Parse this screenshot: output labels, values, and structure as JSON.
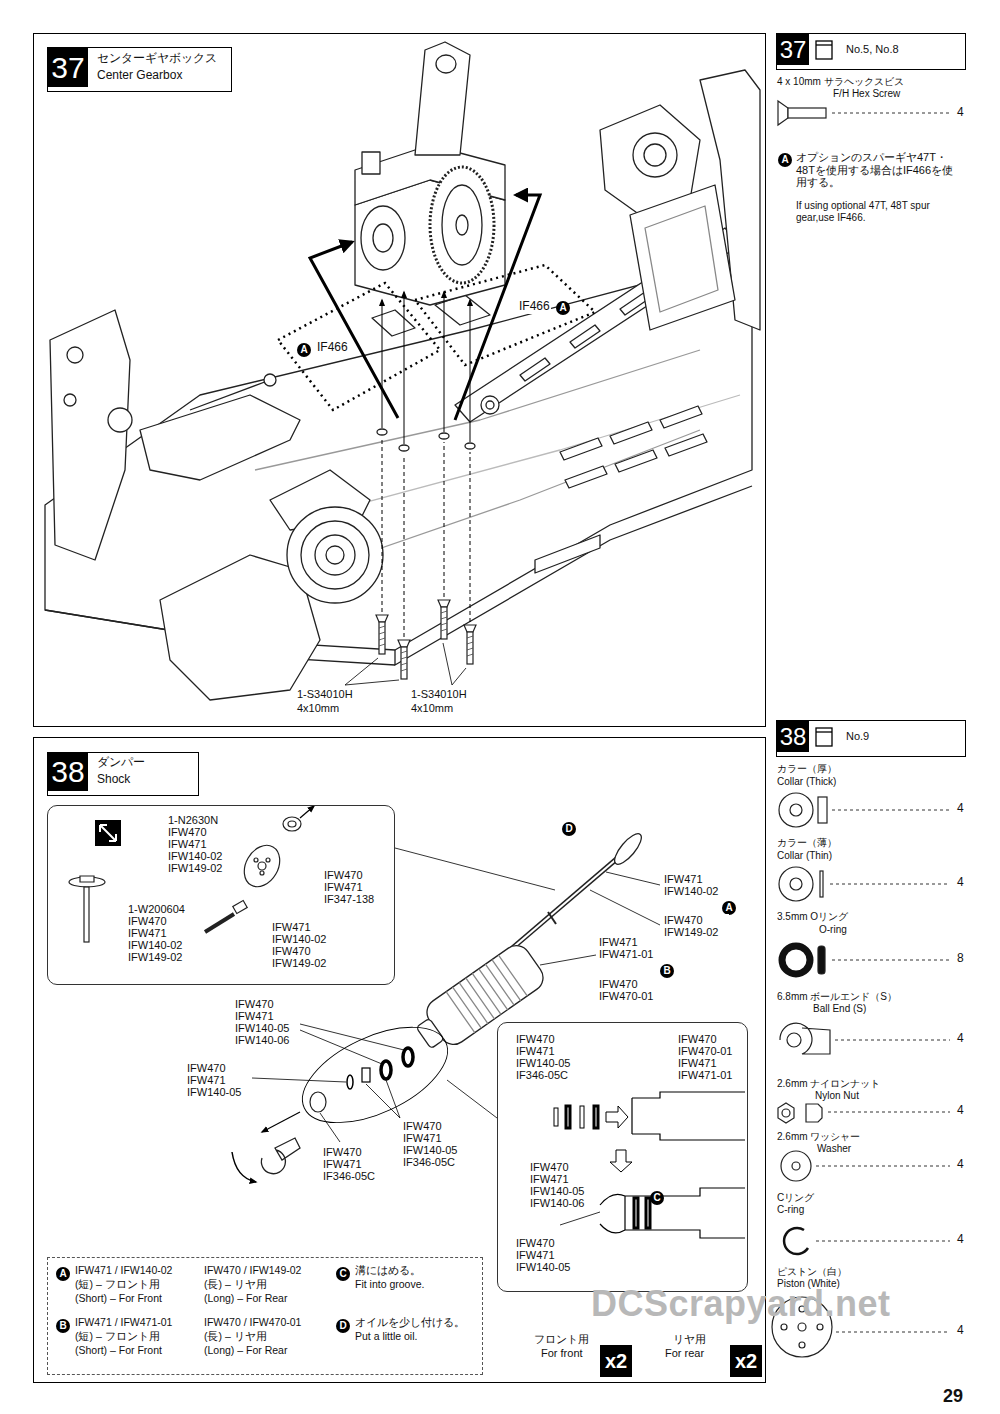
{
  "diagram": {
    "nodes": [
      {
        "text": [
          "37",
          "センターギヤボックス",
          "Center Gearbox"
        ]
      },
      {
        "text": [
          "37",
          "No.5, No.8"
        ]
      },
      {
        "text": [
          "38",
          "ダンパー",
          "Shock"
        ]
      },
      {
        "text": [
          "38",
          "No.9"
        ]
      },
      {
        "text": [
          "1-N2630N IFW470 IFW471 IFW140-02 IFW149-02",
          "IFW470 IFW471 IF347-138",
          "1-W200604 IFW470 IFW471 IFW140-02 IFW149-02",
          "IFW471 IFW140-02 IFW470 IFW149-02"
        ]
      },
      {
        "text": [
          "IFW470 IFW471 IFW140-05 IF346-05C",
          "IFW470 IFW470-01 IFW471 IFW471-01",
          "IFW470 IFW471 IFW140-05 IFW140-06",
          "C",
          "IFW470 IFW471 IFW140-05"
        ]
      },
      {
        "text": [
          "A",
          "IFW471 / IFW140-02",
          "(短) – フロント用",
          "(Short) – For Front",
          "IFW470 / IFW149-02",
          "(長) – リヤ用",
          "(Long) – For Rear",
          "C",
          "溝にはめる。",
          "Fit into groove.",
          "B",
          "IFW471 / IFW471-01",
          "(短) – フロント用",
          "(Short) – For Front",
          "IFW470 / IFW470-01",
          "(長) – リヤ用",
          "(Long) – For Rear",
          "D",
          "オイルを少し付ける。",
          "Put a little oil."
        ]
      },
      {
        "text": [
          "x2"
        ]
      },
      {
        "text": [
          "x2"
        ]
      }
    ],
    "labels": [
      "A",
      "IF466",
      "IF466",
      "A",
      "1-S34010H",
      "4x10mm",
      "1-S34010H",
      "4x10mm",
      "4 x 10mm サラヘックスビス",
      "F/H Hex Screw",
      "4",
      "A",
      "オプションのスパーギヤ47T・48Tを使用する場合はIF466を使用する。",
      "If using optional 47T, 48T spur gear,use IF466.",
      "カラー（厚）",
      "Collar (Thick)",
      "4",
      "カラー（薄）",
      "Collar (Thin)",
      "4",
      "3.5mm Oリング",
      "O-ring",
      "8",
      "6.8mm ボールエンド（S）",
      "Ball End (S)",
      "4",
      "2.6mm ナイロンナット",
      "Nylon Nut",
      "4",
      "2.6mm ワッシャー",
      "Washer",
      "4",
      "Cリング",
      "C-ring",
      "4",
      "ピストン（白）",
      "Piston (White)",
      "4",
      "D",
      "IFW471 IFW140-02",
      "A",
      "IFW470 IFW149-02",
      "IFW471 IFW471-01",
      "B",
      "IFW470 IFW470-01",
      "IFW470 IFW471 IFW140-05 IFW140-06",
      "IFW470 IFW471 IFW140-05",
      "IFW470 IFW471 IFW140-05 IF346-05C",
      "IFW470 IFW471 IF346-05C",
      "フロント用",
      "For front",
      "リヤ用",
      "For rear",
      "29",
      "DCScrapyard.net"
    ]
  }
}
